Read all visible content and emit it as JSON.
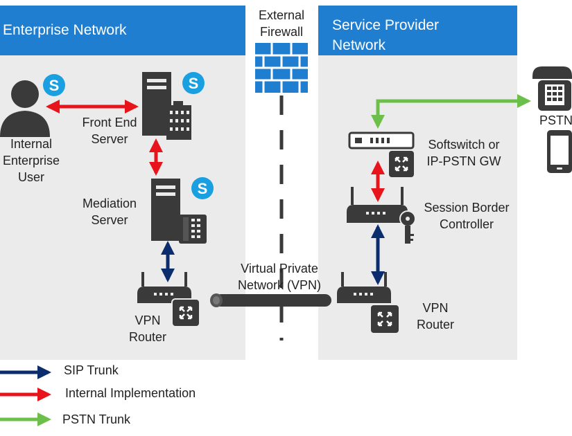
{
  "enterprise": {
    "title": "Enterprise Network",
    "internal_user": [
      "Internal",
      "Enterprise",
      "User"
    ],
    "front_end": [
      "Front End",
      "Server"
    ],
    "mediation": [
      "Mediation",
      "Server"
    ],
    "vpn_router": [
      "VPN",
      "Router"
    ]
  },
  "firewall": {
    "label": [
      "External",
      "Firewall"
    ]
  },
  "vpn_tunnel": {
    "label": [
      "Virtual Private",
      "Network (VPN)"
    ]
  },
  "provider": {
    "title": [
      "Service Provider",
      "Network"
    ],
    "softswitch": [
      "Softswitch or",
      "IP-PSTN GW"
    ],
    "sbc": [
      "Session Border",
      "Controller"
    ],
    "vpn_router": [
      "VPN",
      "Router"
    ]
  },
  "pstn": {
    "label": "PSTN"
  },
  "legend": [
    {
      "label": "SIP Trunk",
      "color": "#0b2d6e"
    },
    {
      "label": "Internal Implementation",
      "color": "#e8141c"
    },
    {
      "label": "PSTN Trunk",
      "color": "#6cc04a"
    }
  ],
  "colors": {
    "header": "#1f7ed0",
    "panel": "#ebebeb",
    "skype": "#1aa0e0",
    "device": "#3a3a3a"
  },
  "icons": [
    "user-icon",
    "server-icon",
    "skype-icon",
    "phone-icon",
    "router-icon",
    "softswitch-icon",
    "key-icon",
    "firewall-icon",
    "mobile-phone-icon",
    "desk-phone-icon"
  ]
}
